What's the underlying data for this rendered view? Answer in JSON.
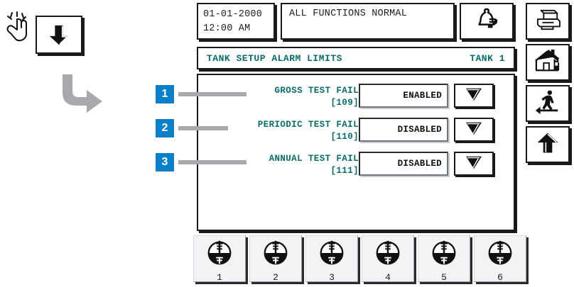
{
  "annotation": {
    "hand_icon": "hand-tap-icon",
    "down_arrow_button_icon": "down-arrow-icon",
    "curved_arrow_icon": "curved-arrow-right-icon"
  },
  "header": {
    "date": "01-01-2000",
    "time": "12:00 AM",
    "status_message": "ALL FUNCTIONS NORMAL",
    "alarm_icon": "bell-icon"
  },
  "title_bar": {
    "title": "TANK SETUP ALARM LIMITS",
    "tank_label": "TANK 1",
    "color": "#0d6b6b"
  },
  "callout_color": "#0b7fc7",
  "rows": [
    {
      "callout": "1",
      "label": "GROSS TEST FAIL",
      "code": "[109]",
      "value": "ENABLED",
      "dropdown_icon": "chevron-down-icon"
    },
    {
      "callout": "2",
      "label": "PERIODIC TEST FAIL",
      "code": "[110]",
      "value": "DISABLED",
      "dropdown_icon": "chevron-down-icon"
    },
    {
      "callout": "3",
      "label": "ANNUAL TEST FAIL",
      "code": "[111]",
      "value": "DISABLED",
      "dropdown_icon": "chevron-down-icon"
    }
  ],
  "side_buttons": [
    {
      "name": "print-button",
      "icon": "printer-icon"
    },
    {
      "name": "home-button",
      "icon": "house-icon"
    },
    {
      "name": "exit-button",
      "icon": "exit-person-left-arrow-icon"
    },
    {
      "name": "up-button",
      "icon": "up-arrow-icon"
    }
  ],
  "tank_buttons": [
    {
      "label": "1",
      "icon": "tank-gauge-icon"
    },
    {
      "label": "2",
      "icon": "tank-gauge-icon"
    },
    {
      "label": "3",
      "icon": "tank-gauge-icon"
    },
    {
      "label": "4",
      "icon": "tank-gauge-icon"
    },
    {
      "label": "5",
      "icon": "tank-gauge-icon"
    },
    {
      "label": "6",
      "icon": "tank-gauge-icon"
    }
  ]
}
